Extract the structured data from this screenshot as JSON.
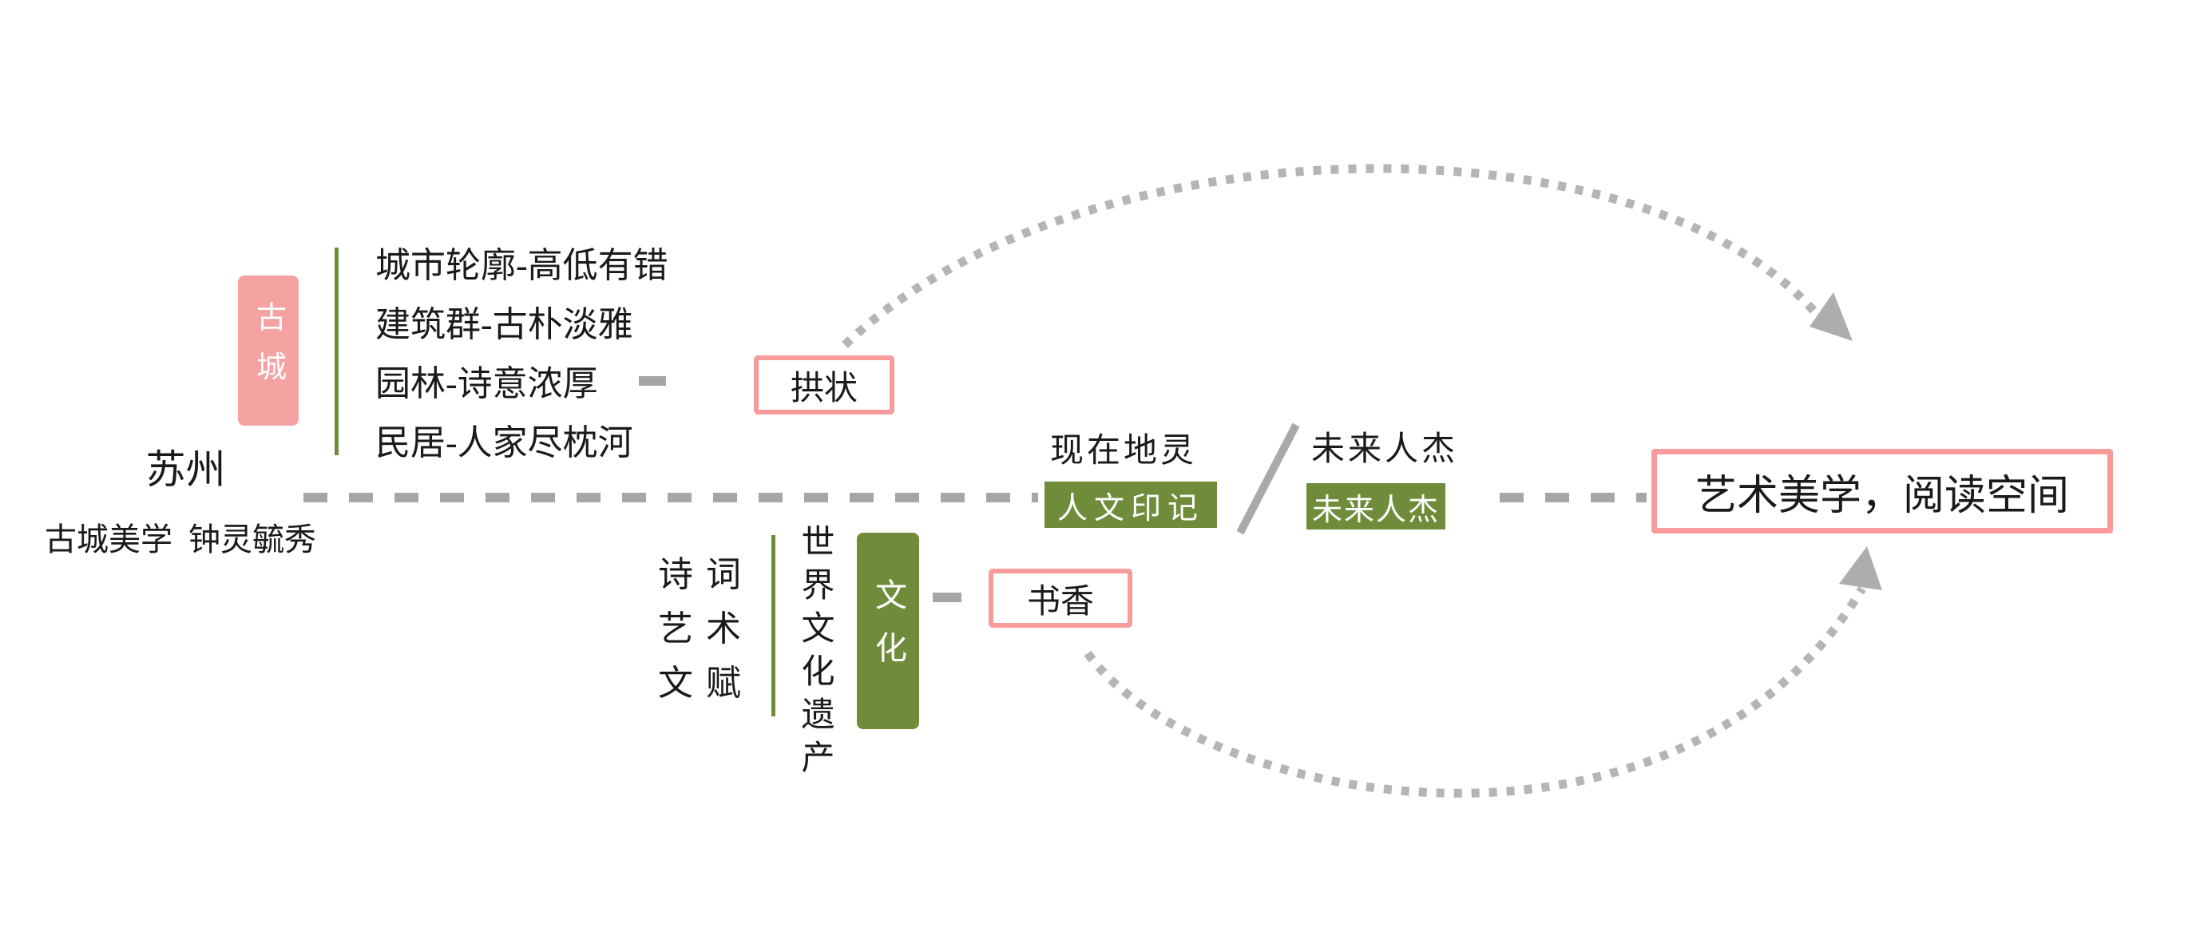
{
  "palette": {
    "pink_fill": "#F4A2A2",
    "pink_border": "#F89B9B",
    "green": "#6F8C3B",
    "dash_gray": "#A6A6A6",
    "arc_gray": "#B5B5B5",
    "arrow_gray": "#ADADAD",
    "text_black": "#1A1A1A",
    "white": "#FFFFFF"
  },
  "root": {
    "title": "苏州",
    "subtitle": "古城美学 钟灵毓秀"
  },
  "city_branch": {
    "tag": "古城",
    "items": [
      "城市轮廓-高低有错",
      "建筑群-古朴淡雅",
      "园林-诗意浓厚",
      "民居-人家尽枕河"
    ],
    "node": "拱状"
  },
  "culture_branch": {
    "poems": [
      "诗词",
      "艺术",
      "文赋"
    ],
    "heritage": "世界文化遗产",
    "tag": "文化",
    "node": "书香"
  },
  "middle": {
    "present_label": "现在地灵",
    "present_box": "人文印记",
    "future_label": "未来人杰",
    "future_box": "未来人杰"
  },
  "result": {
    "label": "艺术美学，阅读空间"
  }
}
